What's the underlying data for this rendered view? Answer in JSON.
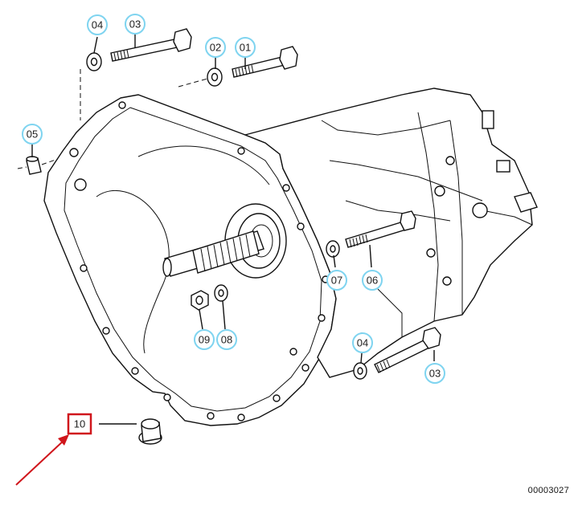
{
  "diagram": {
    "callouts": [
      {
        "id": "c04a",
        "label": "04"
      },
      {
        "id": "c03a",
        "label": "03"
      },
      {
        "id": "c02",
        "label": "02"
      },
      {
        "id": "c01",
        "label": "01"
      },
      {
        "id": "c05",
        "label": "05"
      },
      {
        "id": "c07",
        "label": "07"
      },
      {
        "id": "c06",
        "label": "06"
      },
      {
        "id": "c09",
        "label": "09"
      },
      {
        "id": "c08",
        "label": "08"
      },
      {
        "id": "c04b",
        "label": "04"
      },
      {
        "id": "c03b",
        "label": "03"
      }
    ],
    "highlighted_callout": {
      "label": "10",
      "color": "#d0161c"
    },
    "callout_ring_color": "#7fd4f0",
    "arrow_color": "#d0161c",
    "document_code": "00003027"
  }
}
